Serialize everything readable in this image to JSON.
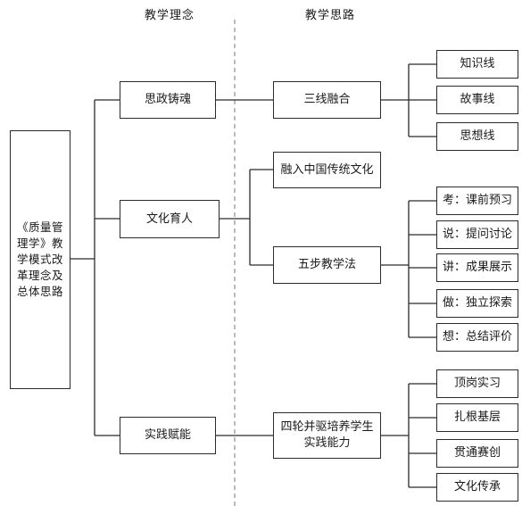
{
  "headers": {
    "philosophy": "教学理念",
    "approach": "教学思路"
  },
  "root": {
    "line1": "《质量管",
    "line2": "理学》教",
    "line3": "学模式改",
    "line4": "革理念及",
    "line5": "总体思路"
  },
  "philosophy": {
    "item1": "思政铸魂",
    "item2": "文化育人",
    "item3": "实践赋能"
  },
  "approach": {
    "three_lines": "三线融合",
    "culture": "融入中国传统文化",
    "five_steps": "五步教学法",
    "four_wheels_line1": "四轮并驱培养学生",
    "four_wheels_line2": "实践能力"
  },
  "three_lines_items": [
    "知识线",
    "故事线",
    "思想线"
  ],
  "five_steps_items": [
    "考：课前预习",
    "说：提问讨论",
    "讲：成果展示",
    "做：独立探索",
    "想：总结评价"
  ],
  "four_wheels_items": [
    "顶岗实习",
    "扎根基层",
    "贯通赛创",
    "文化传承"
  ]
}
